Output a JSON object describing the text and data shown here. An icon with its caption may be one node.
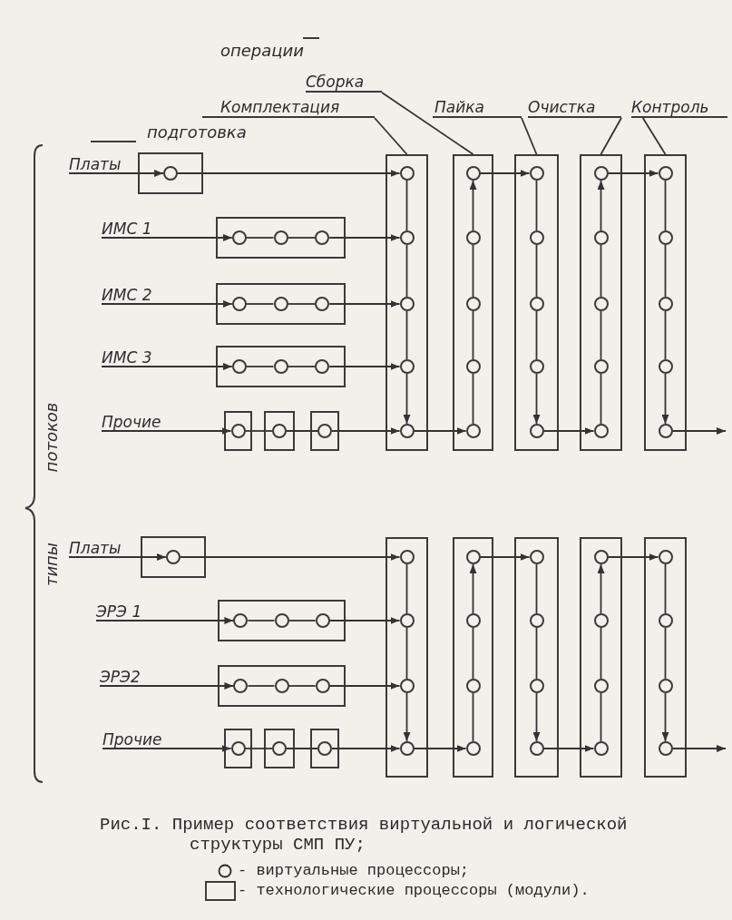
{
  "diagram": {
    "caption": "Рис.I. Пример соответствия виртуальной и логической структуры СМП ПУ;",
    "nodes": [
      {
        "text": [
          "Комплектация"
        ]
      },
      {
        "text": [
          "Сборка"
        ]
      },
      {
        "text": [
          "Пайка"
        ]
      },
      {
        "text": [
          "Очистка"
        ]
      },
      {
        "text": [
          "Контроль"
        ]
      },
      {
        "text": [
          "Платы"
        ]
      },
      {
        "text": [],
        "shape": "box"
      },
      {
        "text": [],
        "shape": "circle",
        "in": 6
      },
      {
        "text": [
          "ИМС 1"
        ]
      },
      {
        "text": [],
        "shape": "box"
      },
      {
        "text": [],
        "shape": "circle",
        "in": 9
      },
      {
        "text": [],
        "shape": "circle",
        "in": 9
      },
      {
        "text": [],
        "shape": "circle",
        "in": 9
      },
      {
        "text": [
          "ИМС 2"
        ]
      },
      {
        "text": [],
        "shape": "box"
      },
      {
        "text": [],
        "shape": "circle",
        "in": 14
      },
      {
        "text": [],
        "shape": "circle",
        "in": 14
      },
      {
        "text": [],
        "shape": "circle",
        "in": 14
      },
      {
        "text": [
          "ИМС 3"
        ]
      },
      {
        "text": [],
        "shape": "box"
      },
      {
        "text": [],
        "shape": "circle",
        "in": 19
      },
      {
        "text": [],
        "shape": "circle",
        "in": 19
      },
      {
        "text": [],
        "shape": "circle",
        "in": 19
      },
      {
        "text": [
          "Прочие"
        ]
      },
      {
        "text": [],
        "shape": "box"
      },
      {
        "text": [],
        "shape": "circle",
        "in": 24
      },
      {
        "text": [],
        "shape": "box"
      },
      {
        "text": [],
        "shape": "circle",
        "in": 26
      },
      {
        "text": [],
        "shape": "box"
      },
      {
        "text": [],
        "shape": "circle",
        "in": 28
      },
      {
        "text": [],
        "shape": "box"
      },
      {
        "text": [],
        "shape": "circle",
        "in": 30
      },
      {
        "text": [],
        "shape": "circle",
        "in": 30
      },
      {
        "text": [],
        "shape": "circle",
        "in": 30
      },
      {
        "text": [],
        "shape": "circle",
        "in": 30
      },
      {
        "text": [],
        "shape": "circle",
        "in": 30
      },
      {
        "text": [],
        "shape": "box"
      },
      {
        "text": [],
        "shape": "circle",
        "in": 36
      },
      {
        "text": [],
        "shape": "circle",
        "in": 36
      },
      {
        "text": [],
        "shape": "circle",
        "in": 36
      },
      {
        "text": [],
        "shape": "circle",
        "in": 36
      },
      {
        "text": [],
        "shape": "circle",
        "in": 36
      },
      {
        "text": [],
        "shape": "box"
      },
      {
        "text": [],
        "shape": "circle",
        "in": 42
      },
      {
        "text": [],
        "shape": "circle",
        "in": 42
      },
      {
        "text": [],
        "shape": "circle",
        "in": 42
      },
      {
        "text": [],
        "shape": "circle",
        "in": 42
      },
      {
        "text": [],
        "shape": "circle",
        "in": 42
      },
      {
        "text": [],
        "shape": "box"
      },
      {
        "text": [],
        "shape": "circle",
        "in": 48
      },
      {
        "text": [],
        "shape": "circle",
        "in": 48
      },
      {
        "text": [],
        "shape": "circle",
        "in": 48
      },
      {
        "text": [],
        "shape": "circle",
        "in": 48
      },
      {
        "text": [],
        "shape": "circle",
        "in": 48
      },
      {
        "text": [],
        "shape": "box"
      },
      {
        "text": [],
        "shape": "circle",
        "in": 54
      },
      {
        "text": [],
        "shape": "circle",
        "in": 54
      },
      {
        "text": [],
        "shape": "circle",
        "in": 54
      },
      {
        "text": [],
        "shape": "circle",
        "in": 54
      },
      {
        "text": [],
        "shape": "circle",
        "in": 54
      },
      {
        "text": [
          "Платы"
        ]
      },
      {
        "text": [],
        "shape": "box"
      },
      {
        "text": [],
        "shape": "circle",
        "in": 61
      },
      {
        "text": [
          "ЭРЭ 1"
        ]
      },
      {
        "text": [],
        "shape": "box"
      },
      {
        "text": [],
        "shape": "circle",
        "in": 64
      },
      {
        "text": [],
        "shape": "circle",
        "in": 64
      },
      {
        "text": [],
        "shape": "circle",
        "in": 64
      },
      {
        "text": [
          "ЭРЭ2"
        ]
      },
      {
        "text": [],
        "shape": "box"
      },
      {
        "text": [],
        "shape": "circle",
        "in": 69
      },
      {
        "text": [],
        "shape": "circle",
        "in": 69
      },
      {
        "text": [],
        "shape": "circle",
        "in": 69
      },
      {
        "text": [
          "Прочие"
        ]
      },
      {
        "text": [],
        "shape": "box"
      },
      {
        "text": [],
        "shape": "circle",
        "in": 74
      },
      {
        "text": [],
        "shape": "box"
      },
      {
        "text": [],
        "shape": "circle",
        "in": 76
      },
      {
        "text": [],
        "shape": "box"
      },
      {
        "text": [],
        "shape": "circle",
        "in": 78
      },
      {
        "text": [],
        "shape": "box"
      },
      {
        "text": [],
        "shape": "circle",
        "in": 80
      },
      {
        "text": [],
        "shape": "circle",
        "in": 80
      },
      {
        "text": [],
        "shape": "circle",
        "in": 80
      },
      {
        "text": [],
        "shape": "circle",
        "in": 80
      },
      {
        "text": [],
        "shape": "box"
      },
      {
        "text": [],
        "shape": "circle",
        "in": 85
      },
      {
        "text": [],
        "shape": "circle",
        "in": 85
      },
      {
        "text": [],
        "shape": "circle",
        "in": 85
      },
      {
        "text": [],
        "shape": "circle",
        "in": 85
      },
      {
        "text": [],
        "shape": "box"
      },
      {
        "text": [],
        "shape": "circle",
        "in": 90
      },
      {
        "text": [],
        "shape": "circle",
        "in": 90
      },
      {
        "text": [],
        "shape": "circle",
        "in": 90
      },
      {
        "text": [],
        "shape": "circle",
        "in": 90
      },
      {
        "text": [],
        "shape": "box"
      },
      {
        "text": [],
        "shape": "circle",
        "in": 95
      },
      {
        "text": [],
        "shape": "circle",
        "in": 95
      },
      {
        "text": [],
        "shape": "circle",
        "in": 95
      },
      {
        "text": [],
        "shape": "circle",
        "in": 95
      },
      {
        "text": [],
        "shape": "box"
      },
      {
        "text": [],
        "shape": "circle",
        "in": 100
      },
      {
        "text": [],
        "shape": "circle",
        "in": 100
      },
      {
        "text": [],
        "shape": "circle",
        "in": 100
      },
      {
        "text": [],
        "shape": "circle",
        "in": 100
      }
    ],
    "edges": [
      {
        "from": 0,
        "to": 30,
        "arrow": "none"
      },
      {
        "from": 1,
        "to": 36,
        "arrow": "none"
      },
      {
        "from": 2,
        "to": 42,
        "arrow": "none"
      },
      {
        "from": 3,
        "to": 48,
        "arrow": "none"
      },
      {
        "from": 4,
        "to": 54,
        "arrow": "none"
      },
      {
        "from": 5,
        "to": 7,
        "arrow": "to"
      },
      {
        "from": 7,
        "to": 31,
        "arrow": "to"
      },
      {
        "from": 8,
        "to": 10,
        "arrow": "to"
      },
      {
        "from": 10,
        "to": 11,
        "arrow": "none"
      },
      {
        "from": 11,
        "to": 12,
        "arrow": "none"
      },
      {
        "from": 12,
        "to": 32,
        "arrow": "to"
      },
      {
        "from": 13,
        "to": 15,
        "arrow": "to"
      },
      {
        "from": 15,
        "to": 16,
        "arrow": "none"
      },
      {
        "from": 16,
        "to": 17,
        "arrow": "none"
      },
      {
        "from": 17,
        "to": 33,
        "arrow": "to"
      },
      {
        "from": 18,
        "to": 20,
        "arrow": "to"
      },
      {
        "from": 20,
        "to": 21,
        "arrow": "none"
      },
      {
        "from": 21,
        "to": 22,
        "arrow": "none"
      },
      {
        "from": 22,
        "to": 34,
        "arrow": "to"
      },
      {
        "from": 23,
        "to": 25,
        "arrow": "to"
      },
      {
        "from": 25,
        "to": 27,
        "arrow": "none"
      },
      {
        "from": 27,
        "to": 29,
        "arrow": "none"
      },
      {
        "from": 29,
        "to": 35,
        "arrow": "to"
      },
      {
        "from": 31,
        "to": 32,
        "arrow": "none"
      },
      {
        "from": 32,
        "to": 33,
        "arrow": "none"
      },
      {
        "from": 33,
        "to": 34,
        "arrow": "none"
      },
      {
        "from": 34,
        "to": 35,
        "arrow": "to"
      },
      {
        "from": 35,
        "to": 41,
        "arrow": "to"
      },
      {
        "from": 41,
        "to": 40,
        "arrow": "none"
      },
      {
        "from": 40,
        "to": 39,
        "arrow": "none"
      },
      {
        "from": 39,
        "to": 38,
        "arrow": "none"
      },
      {
        "from": 38,
        "to": 37,
        "arrow": "to"
      },
      {
        "from": 37,
        "to": 43,
        "arrow": "to"
      },
      {
        "from": 43,
        "to": 44,
        "arrow": "none"
      },
      {
        "from": 44,
        "to": 45,
        "arrow": "none"
      },
      {
        "from": 45,
        "to": 46,
        "arrow": "none"
      },
      {
        "from": 46,
        "to": 47,
        "arrow": "to"
      },
      {
        "from": 47,
        "to": 53,
        "arrow": "to"
      },
      {
        "from": 53,
        "to": 52,
        "arrow": "none"
      },
      {
        "from": 52,
        "to": 51,
        "arrow": "none"
      },
      {
        "from": 51,
        "to": 50,
        "arrow": "none"
      },
      {
        "from": 50,
        "to": 49,
        "arrow": "to"
      },
      {
        "from": 49,
        "to": 55,
        "arrow": "to"
      },
      {
        "from": 55,
        "to": 56,
        "arrow": "none"
      },
      {
        "from": 56,
        "to": 57,
        "arrow": "none"
      },
      {
        "from": 57,
        "to": 58,
        "arrow": "none"
      },
      {
        "from": 58,
        "to": 59,
        "arrow": "to"
      },
      {
        "from": 59,
        "to": null,
        "arrow": "to"
      },
      {
        "from": 60,
        "to": 62,
        "arrow": "to"
      },
      {
        "from": 62,
        "to": 81,
        "arrow": "to"
      },
      {
        "from": 63,
        "to": 65,
        "arrow": "to"
      },
      {
        "from": 65,
        "to": 66,
        "arrow": "none"
      },
      {
        "from": 66,
        "to": 67,
        "arrow": "none"
      },
      {
        "from": 67,
        "to": 82,
        "arrow": "to"
      },
      {
        "from": 68,
        "to": 70,
        "arrow": "to"
      },
      {
        "from": 70,
        "to": 71,
        "arrow": "none"
      },
      {
        "from": 71,
        "to": 72,
        "arrow": "none"
      },
      {
        "from": 72,
        "to": 83,
        "arrow": "to"
      },
      {
        "from": 73,
        "to": 75,
        "arrow": "to"
      },
      {
        "from": 75,
        "to": 77,
        "arrow": "none"
      },
      {
        "from": 77,
        "to": 79,
        "arrow": "none"
      },
      {
        "from": 79,
        "to": 84,
        "arrow": "to"
      },
      {
        "from": 81,
        "to": 82,
        "arrow": "none"
      },
      {
        "from": 82,
        "to": 83,
        "arrow": "none"
      },
      {
        "from": 83,
        "to": 84,
        "arrow": "to"
      },
      {
        "from": 84,
        "to": 89,
        "arrow": "to"
      },
      {
        "from": 89,
        "to": 88,
        "arrow": "none"
      },
      {
        "from": 88,
        "to": 87,
        "arrow": "none"
      },
      {
        "from": 87,
        "to": 86,
        "arrow": "to"
      },
      {
        "from": 86,
        "to": 91,
        "arrow": "to"
      },
      {
        "from": 91,
        "to": 92,
        "arrow": "none"
      },
      {
        "from": 92,
        "to": 93,
        "arrow": "none"
      },
      {
        "from": 93,
        "to": 94,
        "arrow": "to"
      },
      {
        "from": 94,
        "to": 99,
        "arrow": "to"
      },
      {
        "from": 99,
        "to": 98,
        "arrow": "none"
      },
      {
        "from": 98,
        "to": 97,
        "arrow": "none"
      },
      {
        "from": 97,
        "to": 96,
        "arrow": "to"
      },
      {
        "from": 96,
        "to": 101,
        "arrow": "to"
      },
      {
        "from": 101,
        "to": 102,
        "arrow": "none"
      },
      {
        "from": 102,
        "to": 103,
        "arrow": "none"
      },
      {
        "from": 103,
        "to": 104,
        "arrow": "to"
      },
      {
        "from": 104,
        "to": null,
        "arrow": "to"
      }
    ],
    "labels": [
      "операции",
      "подготовка",
      "типы",
      "потоков"
    ],
    "legend": [
      {
        "text": "- виртуальные процессоры;"
      },
      {
        "text": "- технологические процессоры (модули)."
      }
    ]
  }
}
